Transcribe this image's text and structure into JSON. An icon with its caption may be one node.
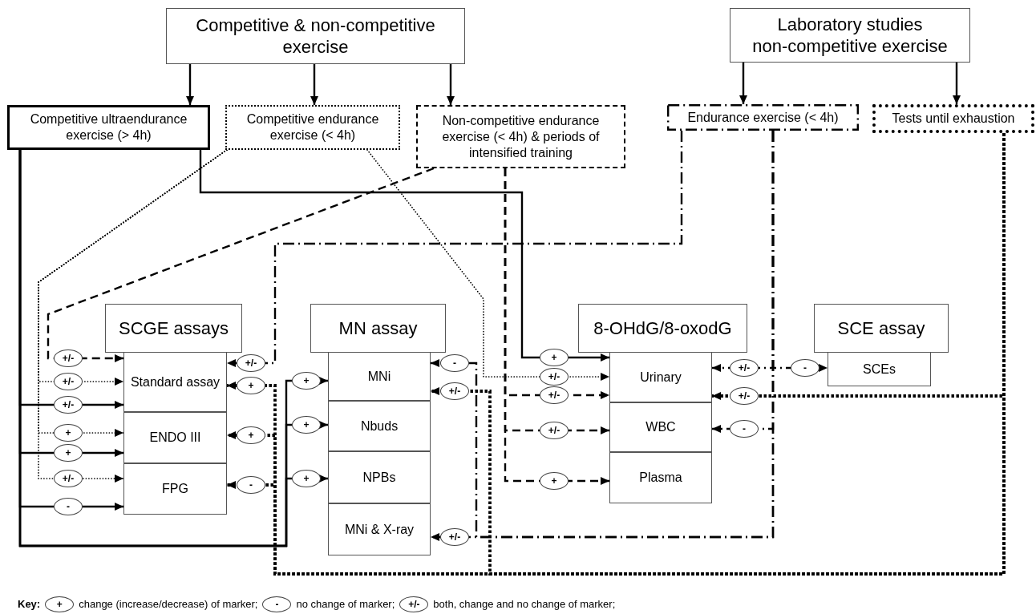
{
  "diagram": {
    "nodes": [
      {
        "text": [
          "Competitive & non-competitive exercise"
        ]
      },
      {
        "text": [
          "Laboratory studies non-competitive exercise"
        ]
      },
      {
        "text": [
          "Competitive ultraendurance exercise (> 4h)"
        ]
      },
      {
        "text": [
          "Competitive endurance exercise (< 4h)"
        ]
      },
      {
        "text": [
          "Non-competitive endurance exercise (< 4h) & periods of intensified training"
        ]
      },
      {
        "text": [
          "Endurance exercise (< 4h)"
        ]
      },
      {
        "text": [
          "Tests until exhaustion"
        ]
      },
      {
        "text": [
          "SCGE assays"
        ]
      },
      {
        "text": [
          "Standard assay"
        ]
      },
      {
        "text": [
          "ENDO III"
        ]
      },
      {
        "text": [
          "FPG"
        ]
      },
      {
        "text": [
          "MN assay"
        ]
      },
      {
        "text": [
          "MNi"
        ]
      },
      {
        "text": [
          "Nbuds"
        ]
      },
      {
        "text": [
          "NPBs"
        ]
      },
      {
        "text": [
          "MNi & X-ray"
        ]
      },
      {
        "text": [
          "8-OHdG/8-oxodG"
        ]
      },
      {
        "text": [
          "Urinary"
        ]
      },
      {
        "text": [
          "WBC"
        ]
      },
      {
        "text": [
          "Plasma"
        ]
      },
      {
        "text": [
          "SCE assay"
        ]
      },
      {
        "text": [
          "SCEs"
        ]
      }
    ],
    "edges": [
      {
        "from": 0,
        "to": 2,
        "arrow": "to"
      },
      {
        "from": 0,
        "to": 3,
        "arrow": "to"
      },
      {
        "from": 0,
        "to": 4,
        "arrow": "to"
      },
      {
        "from": 1,
        "to": 5,
        "arrow": "to"
      },
      {
        "from": 1,
        "to": 6,
        "arrow": "to"
      },
      {
        "from": 2,
        "to": 8,
        "arrow": "to",
        "label": "+/-"
      },
      {
        "from": 2,
        "to": 9,
        "arrow": "to",
        "label": "+"
      },
      {
        "from": 2,
        "to": 10,
        "arrow": "to",
        "label": "-"
      },
      {
        "from": 2,
        "to": 12,
        "arrow": "to",
        "label": "+"
      },
      {
        "from": 2,
        "to": 13,
        "arrow": "to",
        "label": "+"
      },
      {
        "from": 2,
        "to": 14,
        "arrow": "to",
        "label": "+"
      },
      {
        "from": 2,
        "to": 17,
        "arrow": "to",
        "label": "+"
      },
      {
        "from": 3,
        "to": 8,
        "arrow": "to",
        "label": "+/-",
        "style": "dashed"
      },
      {
        "from": 3,
        "to": 9,
        "arrow": "to",
        "label": "+",
        "style": "dashed"
      },
      {
        "from": 3,
        "to": 10,
        "arrow": "to",
        "label": "+/-",
        "style": "dashed"
      },
      {
        "from": 3,
        "to": 17,
        "arrow": "to",
        "label": "+/-",
        "style": "dashed"
      },
      {
        "from": 4,
        "to": 8,
        "arrow": "to",
        "label": "+/-",
        "style": "dashed"
      },
      {
        "from": 4,
        "to": 17,
        "arrow": "to",
        "label": "+/-",
        "style": "dashed"
      },
      {
        "from": 4,
        "to": 18,
        "arrow": "to",
        "label": "+/-",
        "style": "dashed"
      },
      {
        "from": 4,
        "to": 19,
        "arrow": "to",
        "label": "+",
        "style": "dashed"
      },
      {
        "from": 5,
        "to": 8,
        "arrow": "to",
        "label": "+/-",
        "style": "dashed"
      },
      {
        "from": 5,
        "to": 12,
        "arrow": "to",
        "label": "-",
        "style": "dashed"
      },
      {
        "from": 5,
        "to": 15,
        "arrow": "to",
        "label": "+/-",
        "style": "dashed"
      },
      {
        "from": 5,
        "to": 17,
        "arrow": "to",
        "label": "+/-",
        "style": "dashed"
      },
      {
        "from": 5,
        "to": 18,
        "arrow": "to",
        "label": "-",
        "style": "dashed"
      },
      {
        "from": 5,
        "to": 21,
        "arrow": "to",
        "label": "-",
        "style": "dashed"
      },
      {
        "from": 6,
        "to": 8,
        "arrow": "to",
        "label": "+",
        "style": "dashed"
      },
      {
        "from": 6,
        "to": 9,
        "arrow": "to",
        "label": "+",
        "style": "dashed"
      },
      {
        "from": 6,
        "to": 10,
        "arrow": "to",
        "label": "-",
        "style": "dashed"
      },
      {
        "from": 6,
        "to": 12,
        "arrow": "to",
        "label": "+/-",
        "style": "dashed"
      },
      {
        "from": 6,
        "to": 17,
        "arrow": "to",
        "label": "+/-",
        "style": "dashed"
      }
    ],
    "labels": [
      "Key:",
      "+",
      "-",
      "+/-"
    ],
    "legend": [
      {
        "text": "change (increase/decrease) of marker;"
      },
      {
        "text": "no change of marker;"
      },
      {
        "text": "both, change and no change of marker;"
      }
    ]
  }
}
